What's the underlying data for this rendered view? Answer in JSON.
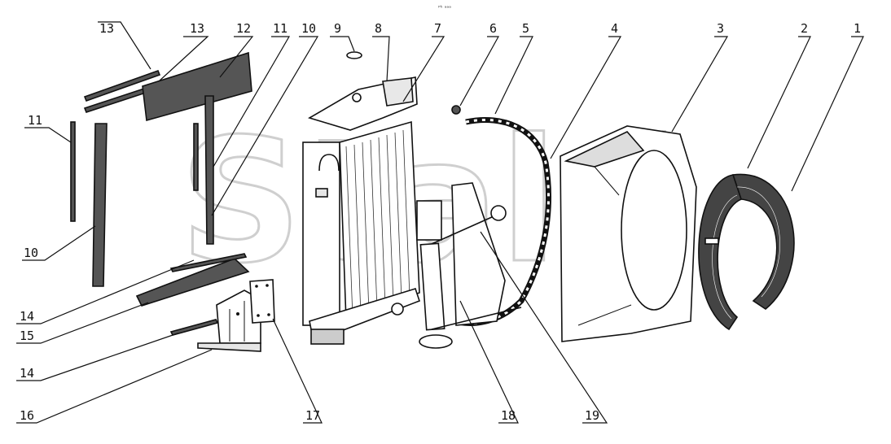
{
  "watermark": {
    "text": "Stal",
    "tm": "TM"
  },
  "top_mark": "ᴾʰ ᵃᵃᵃ",
  "callouts": [
    "1",
    "2",
    "3",
    "4",
    "5",
    "6",
    "7",
    "8",
    "9",
    "10",
    "10",
    "11",
    "11",
    "12",
    "13",
    "13",
    "14",
    "14",
    "15",
    "16",
    "17",
    "18",
    "19"
  ],
  "colors": {
    "ink": "#111111",
    "fill_dark": "#555555",
    "watermark": "#cfcfcf"
  }
}
